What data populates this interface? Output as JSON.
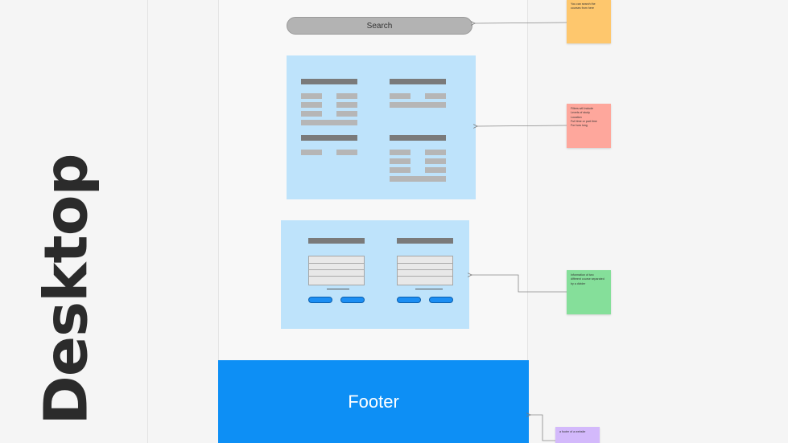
{
  "canvas": {
    "section_label": "Desktop"
  },
  "wireframe": {
    "search": {
      "label": "Search"
    },
    "footer": {
      "label": "Footer"
    }
  },
  "notes": {
    "search_note": {
      "lines": [
        "You can search the",
        "courses from here"
      ],
      "color": "#fec76d"
    },
    "filters_note": {
      "lines": [
        "Filters will include",
        "Levels of study",
        "Location",
        "Full time or part time",
        "For how long"
      ],
      "color": "#fea79c"
    },
    "courses_note": {
      "lines": [
        "Information of two",
        "different course separated",
        "by a divider"
      ],
      "color": "#85df9a"
    },
    "footer_note": {
      "lines": [
        "a footer of a website"
      ],
      "color": "#d3b9fb"
    }
  },
  "colors": {
    "panel": "#bee3fb",
    "footer": "#0d8ff5",
    "button": "#1c8ef3"
  }
}
